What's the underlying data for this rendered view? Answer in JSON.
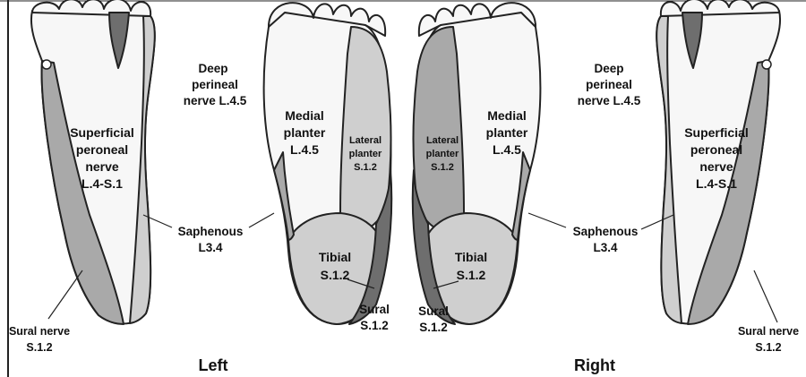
{
  "colors": {
    "white_region": "#f7f7f7",
    "light_gray": "#cfcfcf",
    "mid_gray": "#a9a9a9",
    "dark_gray": "#6e6e6e",
    "outline": "#222222"
  },
  "labels": {
    "deep_perineal": [
      "Deep",
      "perineal",
      "nerve L.4.5"
    ],
    "superficial_peroneal": [
      "Superficial",
      "peroneal",
      "nerve",
      "L.4-S.1"
    ],
    "medial_planter": [
      "Medial",
      "planter",
      "L.4.5"
    ],
    "lateral_planter": [
      "Lateral",
      "planter",
      "S.1.2"
    ],
    "saphenous": [
      "Saphenous",
      "L3.4"
    ],
    "tibial": [
      "Tibial",
      "S.1.2"
    ],
    "sural": [
      "Sural",
      "S.1.2"
    ],
    "sural_nerve": [
      "Sural nerve",
      "S.1.2"
    ]
  },
  "sides": {
    "left": "Left",
    "right": "Right"
  }
}
